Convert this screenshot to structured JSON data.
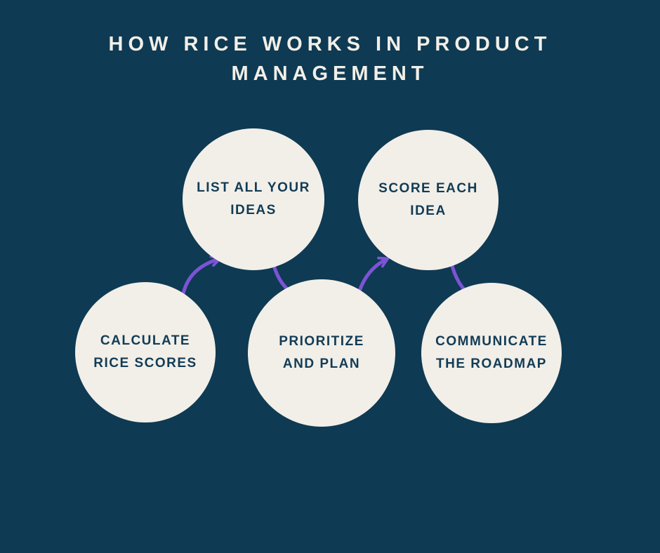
{
  "title": {
    "line1": "HOW RICE WORKS IN PRODUCT",
    "line2": "MANAGEMENT"
  },
  "steps": [
    {
      "name": "list-ideas",
      "line1": "LIST ALL YOUR",
      "line2": "IDEAS"
    },
    {
      "name": "score-idea",
      "line1": "SCORE EACH",
      "line2": "IDEA"
    },
    {
      "name": "calculate-scores",
      "line1": "CALCULATE",
      "line2": "RICE SCORES"
    },
    {
      "name": "prioritize-plan",
      "line1": "PRIORITIZE",
      "line2": "AND PLAN"
    },
    {
      "name": "communicate-roadmap",
      "line1": "COMMUNICATE",
      "line2": "THE ROADMAP"
    }
  ],
  "colors": {
    "background": "#0e3a53",
    "circle": "#f2efe8",
    "title_text": "#f2efe8",
    "step_text": "#123c56",
    "arrow": "#7d53d6"
  }
}
